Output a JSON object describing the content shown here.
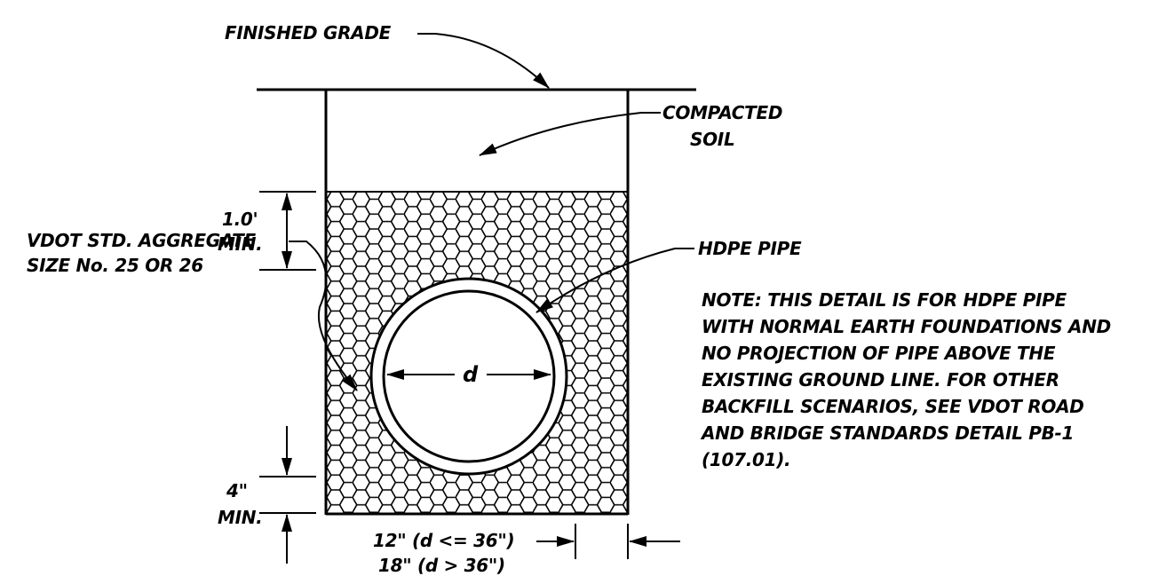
{
  "labels": {
    "finished_grade": "FINISHED GRADE",
    "compacted": "COMPACTED",
    "soil": "SOIL",
    "one_foot": "1.0'",
    "min_top": "MIN.",
    "hdpe_pipe": "HDPE PIPE",
    "aggregate_line1": "VDOT STD. AGGREGATE",
    "aggregate_line2": "SIZE No. 25 OR 26",
    "diameter": "d",
    "four_inch": "4\"",
    "min_bottom": "MIN.",
    "width_line1": "12\" (d <= 36\")",
    "width_line2": "18\" (d > 36\")"
  },
  "note": {
    "lines": [
      "NOTE:   THIS DETAIL IS FOR HDPE PIPE",
      "WITH NORMAL EARTH FOUNDATIONS AND",
      "NO PROJECTION OF PIPE ABOVE THE",
      "EXISTING GROUND LINE.  FOR OTHER",
      "BACKFILL SCENARIOS, SEE VDOT ROAD",
      "AND BRIDGE STANDARDS DETAIL PB-1",
      "(107.01)."
    ]
  }
}
